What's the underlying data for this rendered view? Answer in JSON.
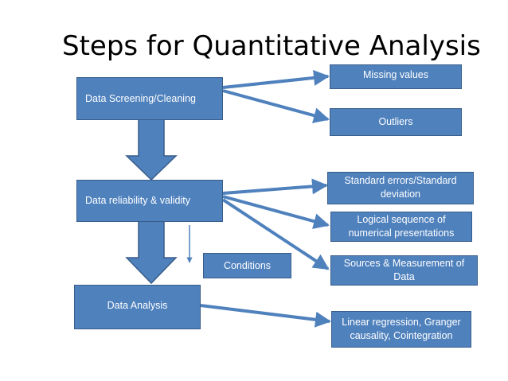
{
  "slide": {
    "title": "Steps for Quantitative Analysis"
  },
  "colors": {
    "box_fill": "#4f81bd",
    "box_border": "#385d8a",
    "text": "#ffffff"
  },
  "steps": [
    {
      "label": "Data Screening/Cleaning"
    },
    {
      "label": "Data reliability & validity"
    },
    {
      "label": "Data Analysis"
    }
  ],
  "outputs": [
    {
      "label": "Missing values"
    },
    {
      "label": "Outliers"
    },
    {
      "label": "Standard errors/Standard deviation"
    },
    {
      "label": "Logical sequence of numerical presentations"
    },
    {
      "label": "Sources & Measurement of Data"
    },
    {
      "label": "Linear regression, Granger causality, Cointegration"
    }
  ],
  "conditions": {
    "label": "Conditions"
  }
}
